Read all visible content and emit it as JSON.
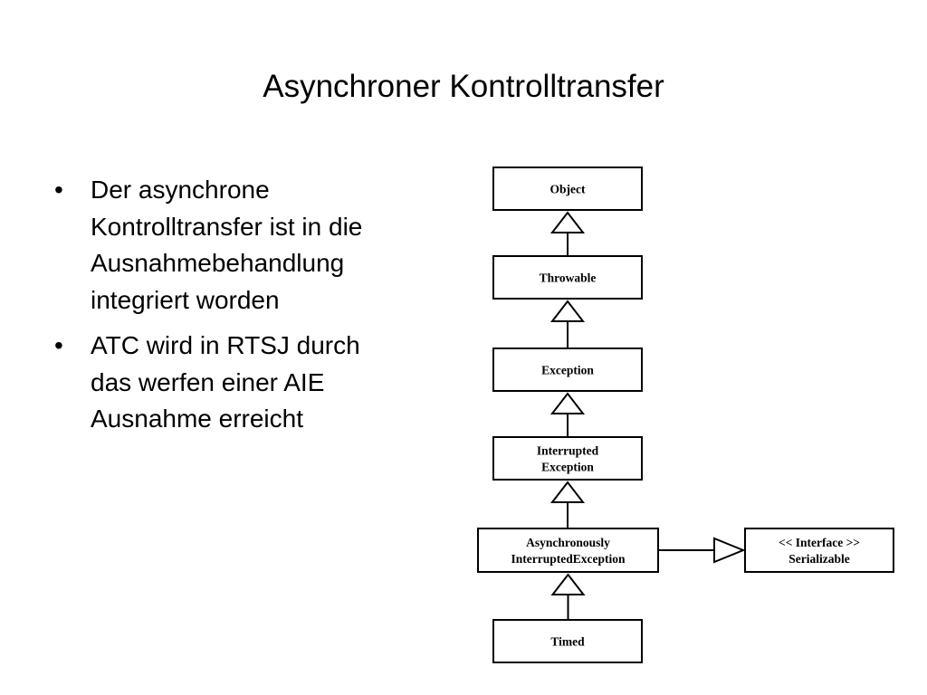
{
  "slide": {
    "title": "Asynchroner Kontrolltransfer",
    "bullets": [
      "Der asynchrone\nKontrolltransfer ist in die\nAusnahmebehandlung\nintegriert worden",
      "ATC wird in  RTSJ durch\ndas werfen einer AIE\nAusnahme erreicht"
    ]
  },
  "diagram": {
    "classes": [
      {
        "id": "object",
        "lines": [
          "Object"
        ]
      },
      {
        "id": "throwable",
        "lines": [
          "Throwable"
        ]
      },
      {
        "id": "exception",
        "lines": [
          "Exception"
        ]
      },
      {
        "id": "interrupted-exception",
        "lines": [
          "Interrupted",
          "Exception"
        ]
      },
      {
        "id": "asynchronously-interrupted-exception",
        "lines": [
          "Asynchronously",
          "InterruptedException"
        ]
      },
      {
        "id": "timed",
        "lines": [
          "Timed"
        ]
      },
      {
        "id": "serializable",
        "lines": [
          "<< Interface >>",
          "Serializable"
        ]
      }
    ],
    "relations": [
      {
        "from": "throwable",
        "to": "object",
        "kind": "inheritance"
      },
      {
        "from": "exception",
        "to": "throwable",
        "kind": "inheritance"
      },
      {
        "from": "interrupted-exception",
        "to": "exception",
        "kind": "inheritance"
      },
      {
        "from": "asynchronously-interrupted-exception",
        "to": "interrupted-exception",
        "kind": "inheritance"
      },
      {
        "from": "timed",
        "to": "asynchronously-interrupted-exception",
        "kind": "inheritance"
      },
      {
        "from": "asynchronously-interrupted-exception",
        "to": "serializable",
        "kind": "realization"
      }
    ]
  }
}
